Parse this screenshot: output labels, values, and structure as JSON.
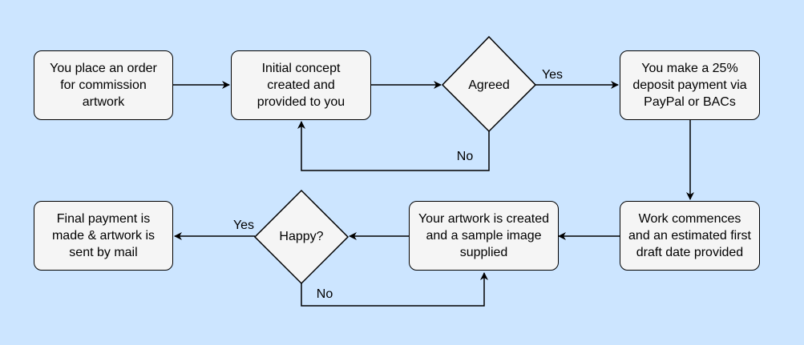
{
  "nodes": {
    "place_order": "You place an order\nfor commission\nartwork",
    "initial_concept": "Initial concept\ncreated and\nprovided to you",
    "deposit": "You make a 25%\ndeposit payment via\nPayPal or BACs",
    "work_commences": "Work commences\nand an estimated first\ndraft date provided",
    "artwork_created": "Your artwork is created\nand a sample image\nsupplied",
    "final_payment": "Final payment is\nmade & artwork is\nsent by mail"
  },
  "decisions": {
    "agreed": "Agreed",
    "happy": "Happy?"
  },
  "edge_labels": {
    "agreed_yes": "Yes",
    "agreed_no": "No",
    "happy_yes": "Yes",
    "happy_no": "No"
  },
  "colors": {
    "background": "#cce5ff",
    "box_fill": "#f5f5f5",
    "stroke": "#000000"
  }
}
